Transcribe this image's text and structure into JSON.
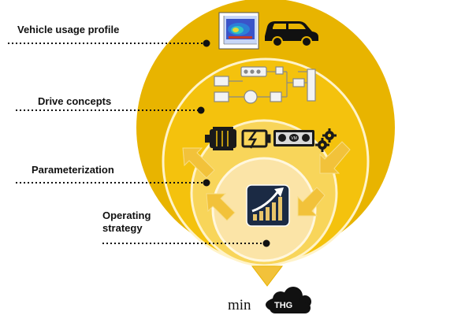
{
  "labels": {
    "vehicle_usage_profile": "Vehicle usage profile",
    "drive_concepts": "Drive concepts",
    "parameterization": "Parameterization",
    "operating_strategy": "Operating strategy"
  },
  "objective": {
    "min": "min",
    "thg": "THG"
  },
  "icons": {
    "usage": [
      "heatmap-plot-icon",
      "car-icon"
    ],
    "drive": [
      "block-diagram-icon"
    ],
    "param": [
      "motor-icon",
      "battery-icon",
      "engine-icon",
      "gears-icon"
    ],
    "oper": [
      "strategy-growth-icon"
    ],
    "output": "down-arrow-icon"
  },
  "colors": {
    "outer_ring": "#e8b400",
    "ring_2": "#f4c20d",
    "ring_3": "#f8d55a",
    "core": "#fbe4a7",
    "arrow": "#f2c23a",
    "dark_icon": "#1b2a44"
  }
}
